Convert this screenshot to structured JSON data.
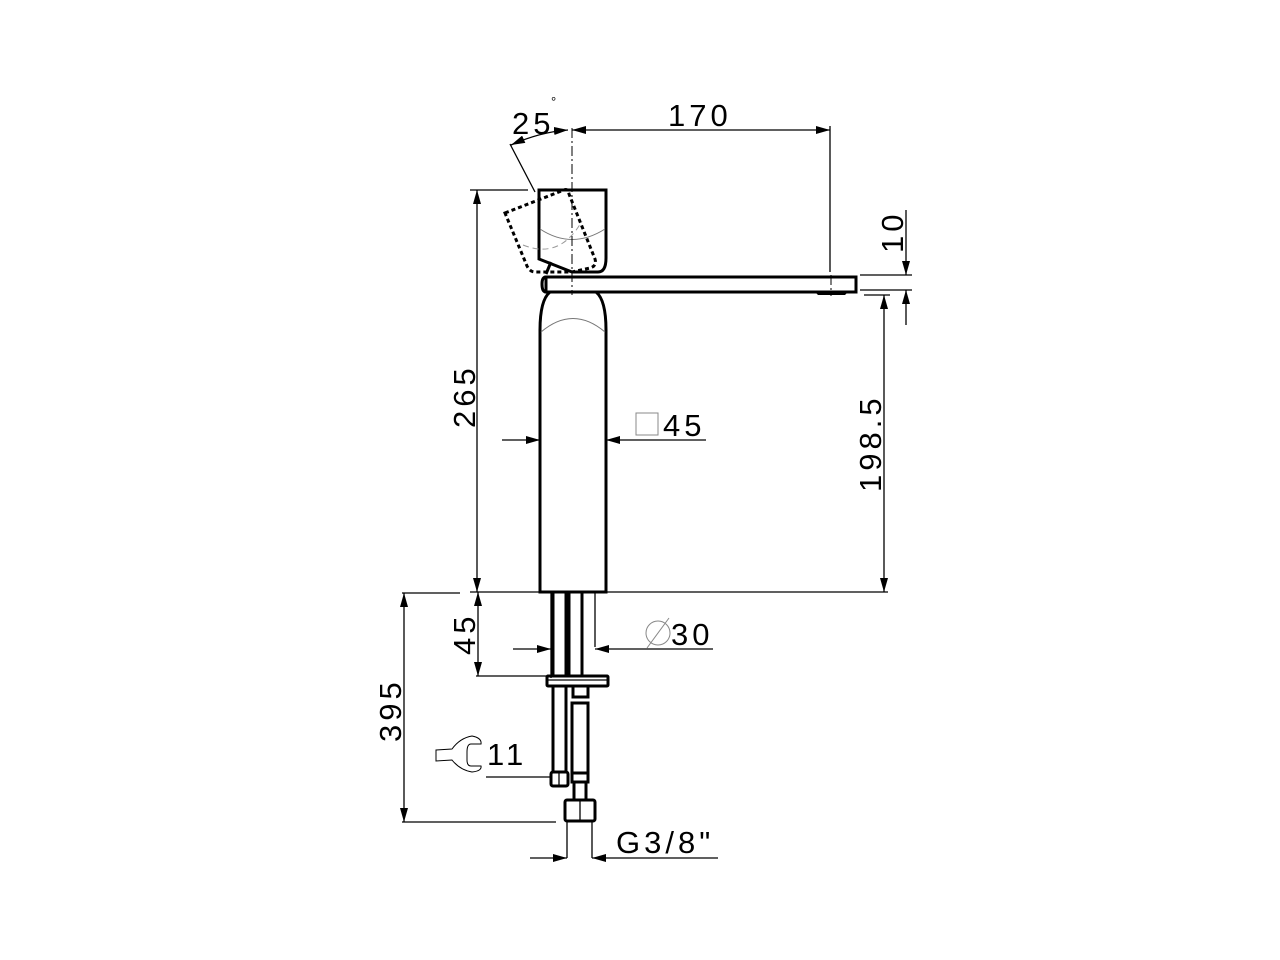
{
  "drawing": {
    "title": "Single lever basin mixer — side elevation dimension drawing",
    "units": "mm",
    "dimensions": {
      "lever_angle": "25",
      "lever_angle_unit": "°",
      "spout_reach": "170",
      "spout_thickness": "10",
      "body_height": "265",
      "spout_height": "198.5",
      "body_section": "45",
      "shank_length": "45",
      "shank_diameter": "30",
      "hose_length": "395",
      "wrench_size": "11",
      "connection_thread": "G3/8\""
    },
    "symbols": {
      "square": "square-section-symbol",
      "diameter": "diameter-symbol",
      "wrench": "wrench-icon",
      "degree": "degree-symbol"
    }
  }
}
